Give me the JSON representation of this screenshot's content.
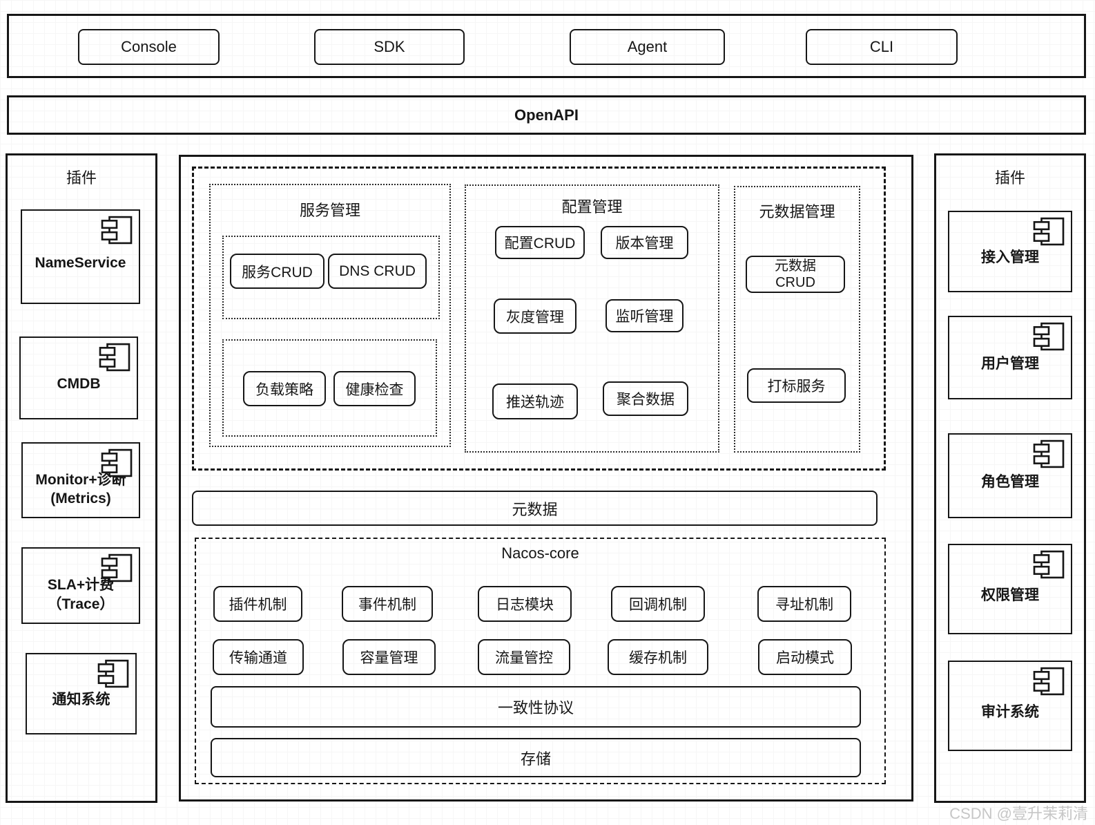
{
  "clients": {
    "console": "Console",
    "sdk": "SDK",
    "agent": "Agent",
    "cli": "CLI"
  },
  "openapi": {
    "label": "OpenAPI"
  },
  "left_panel": {
    "title": "插件",
    "items": [
      {
        "label": "NameService",
        "sublabel": ""
      },
      {
        "label": "CMDB",
        "sublabel": ""
      },
      {
        "label": "Monitor+诊断",
        "sublabel": "(Metrics)"
      },
      {
        "label": "SLA+计费",
        "sublabel": "（Trace）"
      },
      {
        "label": "通知系统",
        "sublabel": ""
      }
    ]
  },
  "right_panel": {
    "title": "插件",
    "items": [
      {
        "label": "接入管理"
      },
      {
        "label": "用户管理"
      },
      {
        "label": "角色管理"
      },
      {
        "label": "权限管理"
      },
      {
        "label": "审计系统"
      }
    ]
  },
  "service_mgmt": {
    "title": "服务管理",
    "crud_group": [
      "服务CRUD",
      "DNS CRUD"
    ],
    "policy_group": [
      "负载策略",
      "健康检查"
    ]
  },
  "config_mgmt": {
    "title": "配置管理",
    "items": [
      "配置CRUD",
      "版本管理",
      "灰度管理",
      "监听管理",
      "推送轨迹",
      "聚合数据"
    ]
  },
  "metadata_mgmt": {
    "title": "元数据管理",
    "crud": "元数据\nCRUD",
    "tagging": "打标服务"
  },
  "metadata_bar": {
    "label": "元数据"
  },
  "nacos_core": {
    "title": "Nacos-core",
    "row1": [
      "插件机制",
      "事件机制",
      "日志模块",
      "回调机制",
      "寻址机制"
    ],
    "row2": [
      "传输通道",
      "容量管理",
      "流量管控",
      "缓存机制",
      "启动模式"
    ],
    "consistency": "一致性协议",
    "storage": "存储"
  },
  "watermark": "CSDN @壹升茉莉清",
  "colors": {
    "line": "#161616",
    "watermark": "#c6c6c6"
  }
}
